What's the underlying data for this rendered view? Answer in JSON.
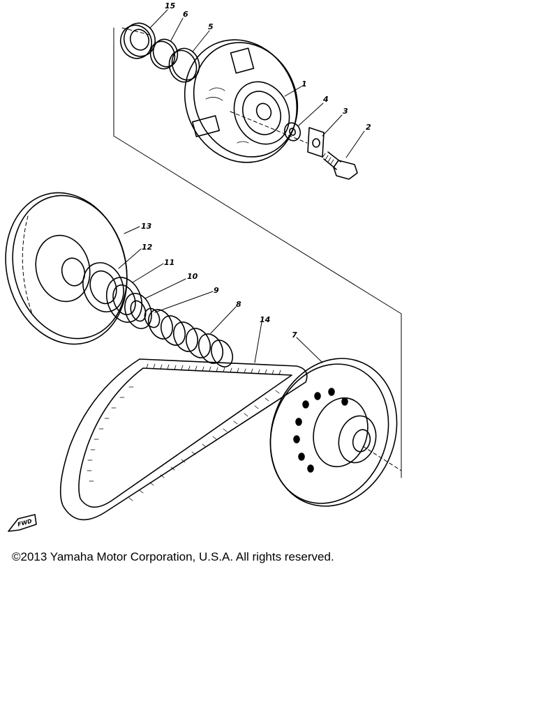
{
  "diagram": {
    "callouts": {
      "c1": "1",
      "c2": "2",
      "c3": "3",
      "c4": "4",
      "c5": "5",
      "c6": "6",
      "c7": "7",
      "c8": "8",
      "c9": "9",
      "c10": "10",
      "c11": "11",
      "c12": "12",
      "c13": "13",
      "c14": "14",
      "c15": "15"
    },
    "fwd_label": "FWD"
  },
  "footer": {
    "copyright": "©2013 Yamaha Motor Corporation, U.S.A. All rights reserved."
  }
}
